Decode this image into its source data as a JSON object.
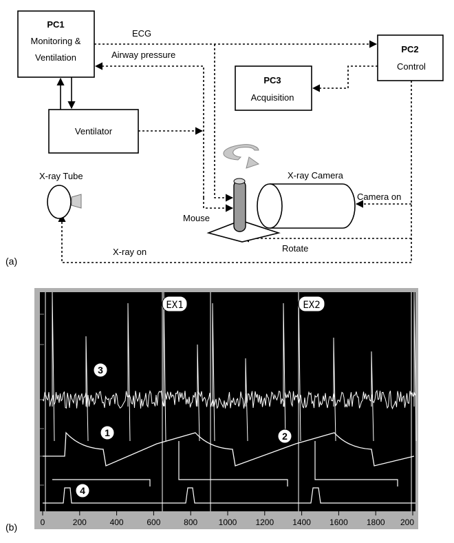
{
  "panel_a": {
    "label": "(a)",
    "pc1": {
      "title": "PC1",
      "line1": "Monitoring &",
      "line2": "Ventilation"
    },
    "pc2": {
      "title": "PC2",
      "line1": "Control"
    },
    "pc3": {
      "title": "PC3",
      "line1": "Acquisition"
    },
    "ventilator": "Ventilator",
    "ecg": "ECG",
    "airway_pressure": "Airway pressure",
    "xray_tube": "X-ray Tube",
    "xray_camera": "X-ray Camera",
    "camera_on": "Camera on",
    "mouse": "Mouse",
    "rotate": "Rotate",
    "xray_on": "X-ray on"
  },
  "panel_b": {
    "label": "(b)",
    "markers": [
      "EX1",
      "EX2"
    ],
    "traces": [
      "1",
      "2",
      "3",
      "4"
    ],
    "x_ticks": [
      "0",
      "200",
      "400",
      "600",
      "800",
      "1000",
      "1200",
      "1400",
      "1600",
      "1800",
      "200"
    ]
  },
  "colors": {
    "panel_bg": "#000000",
    "trace": "#ffffff",
    "frame": "#b0b0b0",
    "arrow": "#000000"
  }
}
